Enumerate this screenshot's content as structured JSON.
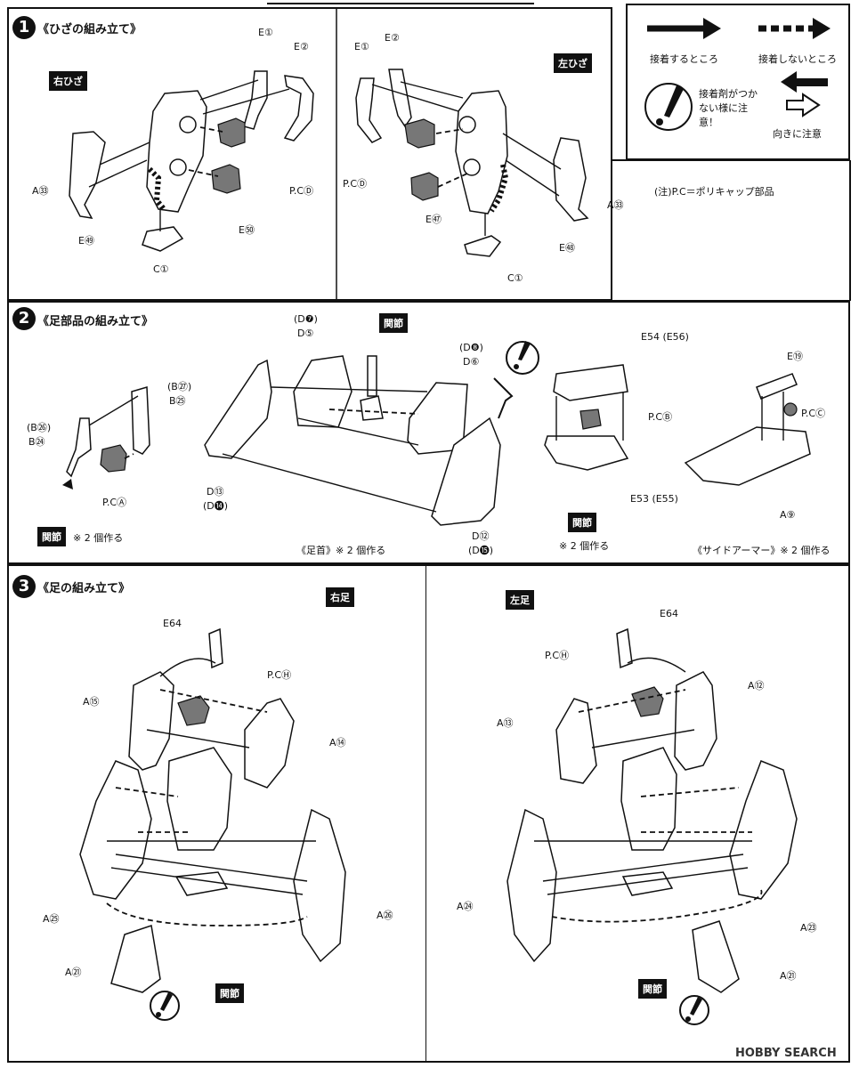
{
  "legend": {
    "glue": "接着するところ",
    "noglue": "接着しないところ",
    "warn": "接着剤がつかない様に注意！",
    "direction": "向きに注意",
    "note": "(注)P.C＝ポリキャップ部品"
  },
  "step1": {
    "num": "1",
    "title": "《ひざの組み立て》",
    "right_tag": "右ひざ",
    "left_tag": "左ひざ",
    "right_labels": {
      "e1": "E①",
      "e2": "E②",
      "a33": "A㉝",
      "pcd": "P.CⒹ",
      "e59": "E㊾",
      "e60": "E㊿",
      "c1": "C①"
    },
    "left_labels": {
      "e1": "E①",
      "e2": "E②",
      "pcd": "P.CⒹ",
      "a33": "A㉝",
      "e57": "E㊼",
      "e58": "E㊽",
      "c1": "C①"
    }
  },
  "step2": {
    "num": "2",
    "title": "《足部品の組み立て》",
    "joint": "関節",
    "joint_b": "関節",
    "joint_c": "関節",
    "make2": "※ 2 個作る",
    "labels": {
      "b27": "(B㉗)",
      "b25": "B㉕",
      "b26": "(B㉖)",
      "b24": "B㉔",
      "pca": "P.CⒶ",
      "d7": "(D❼)",
      "d5": "D⑤",
      "d8": "(D❽)",
      "d6": "D⑥",
      "d13": "D⑬",
      "d14": "(D⓮)",
      "d12": "D⑫",
      "d15": "(D⓯)",
      "e54": "E54 (E56)",
      "pcb": "P.CⒷ",
      "e53": "E53 (E55)",
      "e19": "E⑲",
      "pcc": "P.CⒸ",
      "a9": "A⑨"
    },
    "ankle_caption": "《足首》※ 2 個作る",
    "make2_c": "※ 2 個作る",
    "side_armor_caption": "《サイドアーマー》※ 2 個作る"
  },
  "step3": {
    "num": "3",
    "title": "《足の組み立て》",
    "right_tag": "右足",
    "left_tag": "左足",
    "joint": "関節",
    "right_labels": {
      "e64": "E64",
      "pch": "P.CⒽ",
      "a15": "A⑮",
      "a14": "A⑭",
      "a25": "A㉕",
      "a26": "A㉖",
      "a21": "A㉑"
    },
    "left_labels": {
      "e64": "E64",
      "pch": "P.CⒽ",
      "a12": "A⑫",
      "a13": "A⑬",
      "a24": "A㉔",
      "a23": "A㉓",
      "a21": "A㉑"
    }
  },
  "watermark": "HOBBY SEARCH"
}
